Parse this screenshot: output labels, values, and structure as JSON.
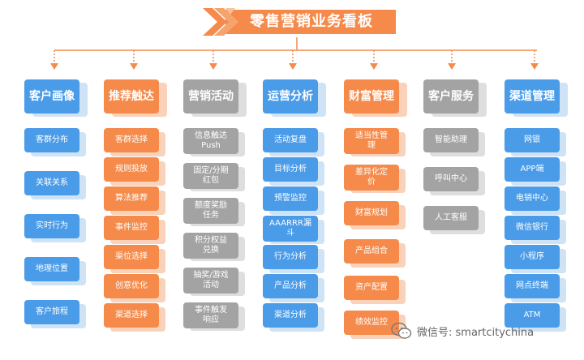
{
  "title": "零售营销业务看板",
  "colors": {
    "orange": "#f58a4a",
    "blue": "#4a9be8",
    "gray": "#a3a3a3",
    "blue_shadow": "#cfe3f6",
    "orange_shadow": "#f9d2b9",
    "gray_shadow": "#dedede"
  },
  "columns": [
    {
      "header": "客户画像",
      "theme": "blue",
      "items": [
        "客群分布",
        "关联关系",
        "实时行为",
        "地理位置",
        "客户旅程"
      ]
    },
    {
      "header": "推荐触达",
      "theme": "orange",
      "items": [
        "客群选择",
        "规则投放",
        "算法推荐",
        "事件监控",
        "渠位选择",
        "创意优化",
        "渠道选择"
      ]
    },
    {
      "header": "营销活动",
      "theme": "gray",
      "items": [
        "信息触达\nPush",
        "固定/分期\n红包",
        "额度奖励\n任务",
        "积分权益\n兑换",
        "抽奖/游戏\n活动",
        "事件触发\n响应"
      ]
    },
    {
      "header": "运营分析",
      "theme": "blue",
      "items": [
        "活动复盘",
        "目标分析",
        "预警监控",
        "AAARRR漏\n斗",
        "行为分析",
        "产品分析",
        "渠道分析"
      ]
    },
    {
      "header": "财富管理",
      "theme": "orange",
      "items": [
        "适当性管\n理",
        "差异化定\n价",
        "财富规划",
        "产品组合",
        "资产配置",
        "绩效监控"
      ]
    },
    {
      "header": "客户服务",
      "theme": "gray",
      "items": [
        "智能助理",
        "呼叫中心",
        "人工客服"
      ]
    },
    {
      "header": "渠道管理",
      "theme": "blue",
      "items": [
        "网银",
        "APP端",
        "电销中心",
        "微信银行",
        "小程序",
        "网点终端",
        "ATM"
      ]
    }
  ],
  "watermark": {
    "text": "微信号: smartcitychina",
    "icon": "wechat-icon"
  }
}
